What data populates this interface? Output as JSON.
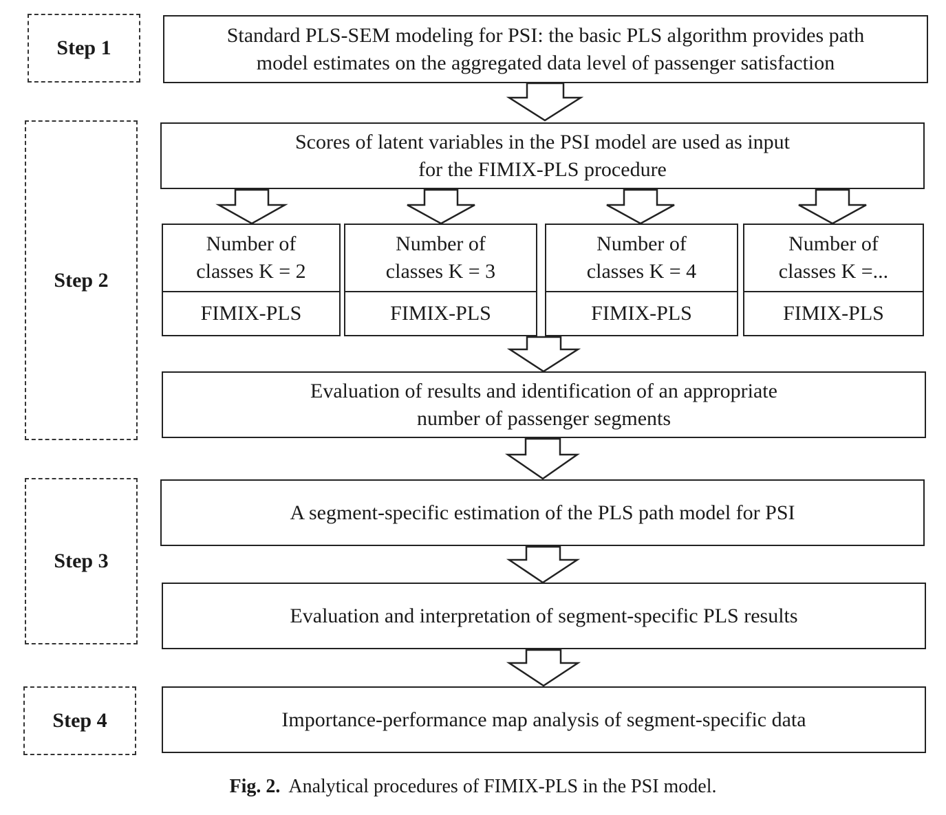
{
  "steps": [
    "Step 1",
    "Step 2",
    "Step 3",
    "Step 4"
  ],
  "boxes": {
    "pls_sem": [
      "Standard PLS-SEM modeling for PSI: the basic PLS algorithm provides path",
      "model estimates on the aggregated data level of passenger satisfaction"
    ],
    "scores": [
      "Scores of latent variables in the PSI  model are used as input",
      "for the FIMIX-PLS procedure"
    ],
    "evaluation_results": [
      "Evaluation of results and identification of an appropriate",
      "number of passenger segments"
    ],
    "segment_estimation": "A  segment-specific estimation of the PLS path model for PSI",
    "interpretation": "Evaluation and interpretation of segment-specific PLS results",
    "ipma": "Importance-performance map analysis of segment-specific data"
  },
  "classes": [
    {
      "line1": "Number of",
      "line2": "classes K = 2",
      "method": "FIMIX-PLS"
    },
    {
      "line1": "Number of",
      "line2": "classes K = 3",
      "method": "FIMIX-PLS"
    },
    {
      "line1": "Number of",
      "line2": "classes K = 4",
      "method": "FIMIX-PLS"
    },
    {
      "line1": "Number of",
      "line2": "classes K =...",
      "method": "FIMIX-PLS"
    }
  ],
  "caption": {
    "label": "Fig. 2.",
    "text": "Analytical procedures of FIMIX-PLS in the PSI model."
  }
}
